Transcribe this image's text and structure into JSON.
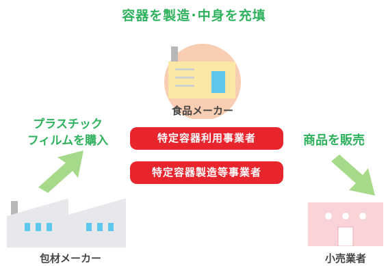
{
  "title": "容器を製造･中身を充填",
  "manufacturer": {
    "label": "食品メーカー"
  },
  "roles": [
    "特定容器利用事業者",
    "特定容器製造等事業者"
  ],
  "purchase_text": [
    "プラスチック",
    "フィルムを購入"
  ],
  "sell_text": "商品を販売",
  "packaging_maker": {
    "label": "包材メーカー"
  },
  "retailer": {
    "label": "小売業者"
  },
  "colors": {
    "accent_green": "#2fb25d",
    "badge_red": "#e8242c",
    "arrow_green": "#a6d98a"
  }
}
